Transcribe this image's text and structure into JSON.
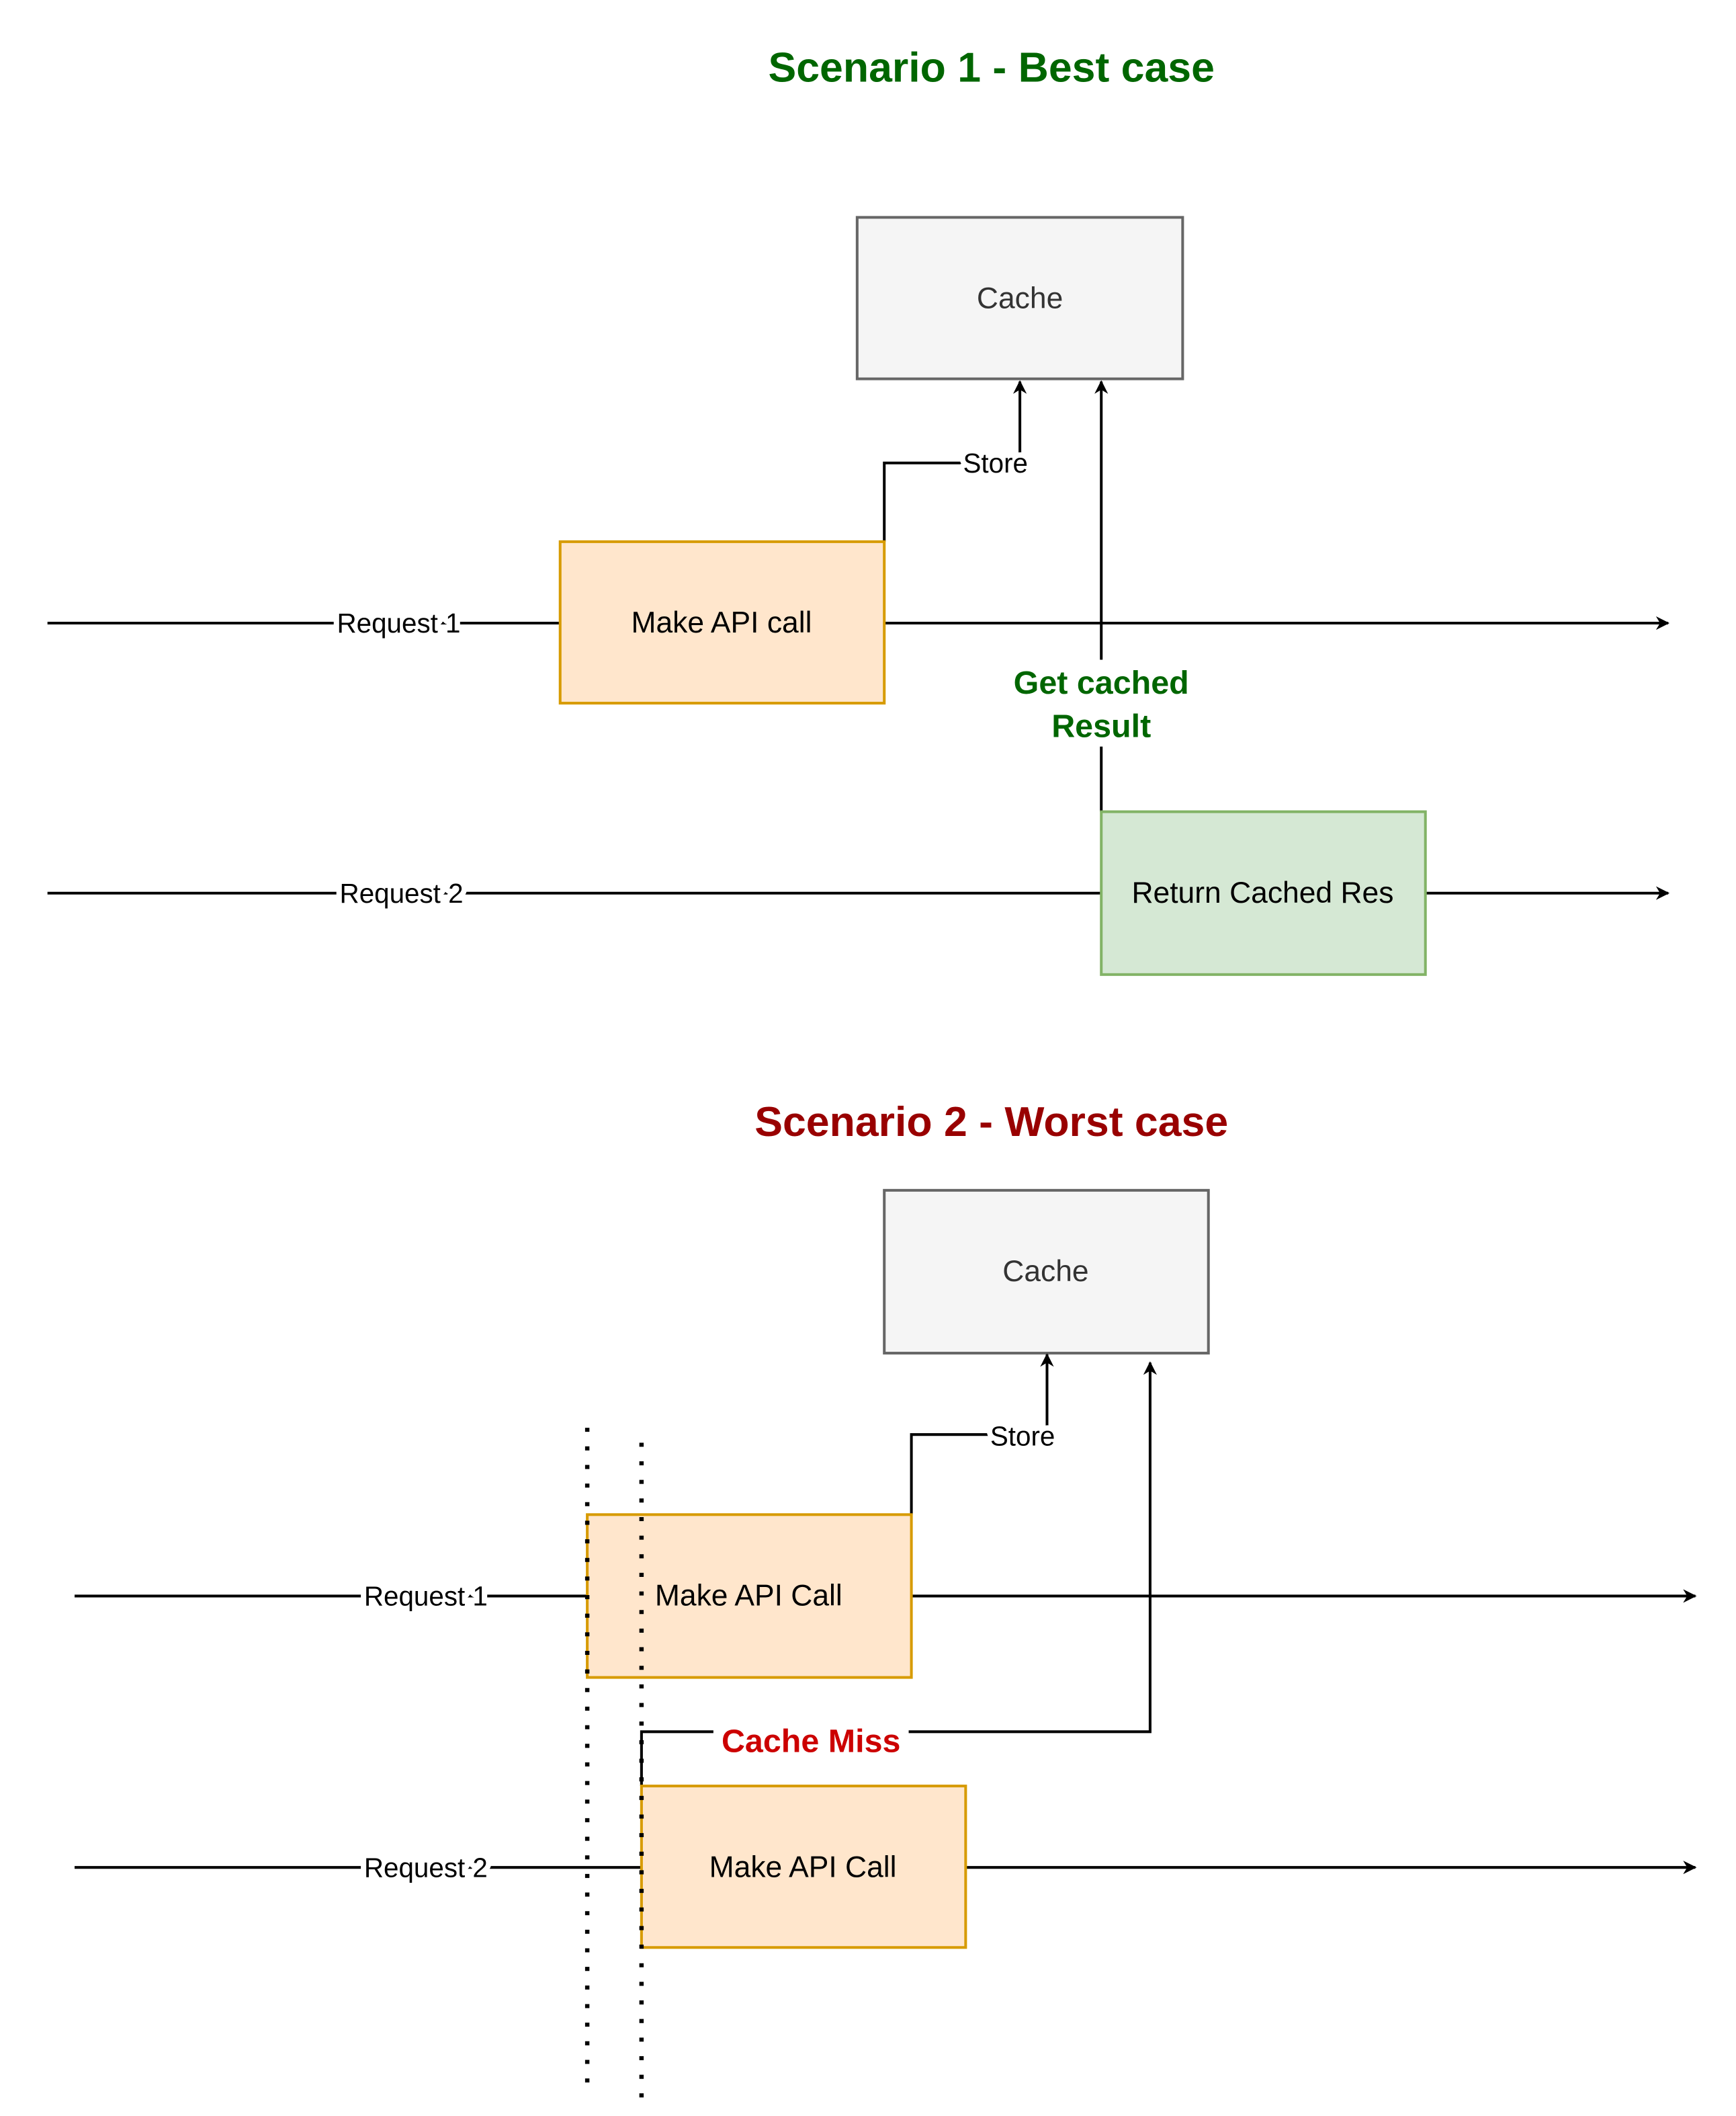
{
  "colors": {
    "green": "#006600",
    "red": "#990000",
    "miss_red": "#CC0000",
    "cache_fill": "#f5f5f5",
    "cache_stroke": "#666666",
    "api_fill": "#ffe6cc",
    "api_stroke": "#d79b00",
    "cached_fill": "#d5e8d4",
    "cached_stroke": "#82b366"
  },
  "scenario1": {
    "title": "Scenario 1 - Best case",
    "cache": "Cache",
    "store_label": "Store",
    "request1": "Request 1",
    "request2": "Request 2",
    "api_box": "Make API call",
    "get_cached_line1": "Get cached",
    "get_cached_line2": "Result",
    "return_box": "Return Cached Res"
  },
  "scenario2": {
    "title": "Scenario 2 - Worst case",
    "cache": "Cache",
    "store_label": "Store",
    "request1": "Request 1",
    "request2": "Request 2",
    "api_box1": "Make API Call",
    "api_box2": "Make API Call",
    "cache_miss": "Cache Miss"
  }
}
